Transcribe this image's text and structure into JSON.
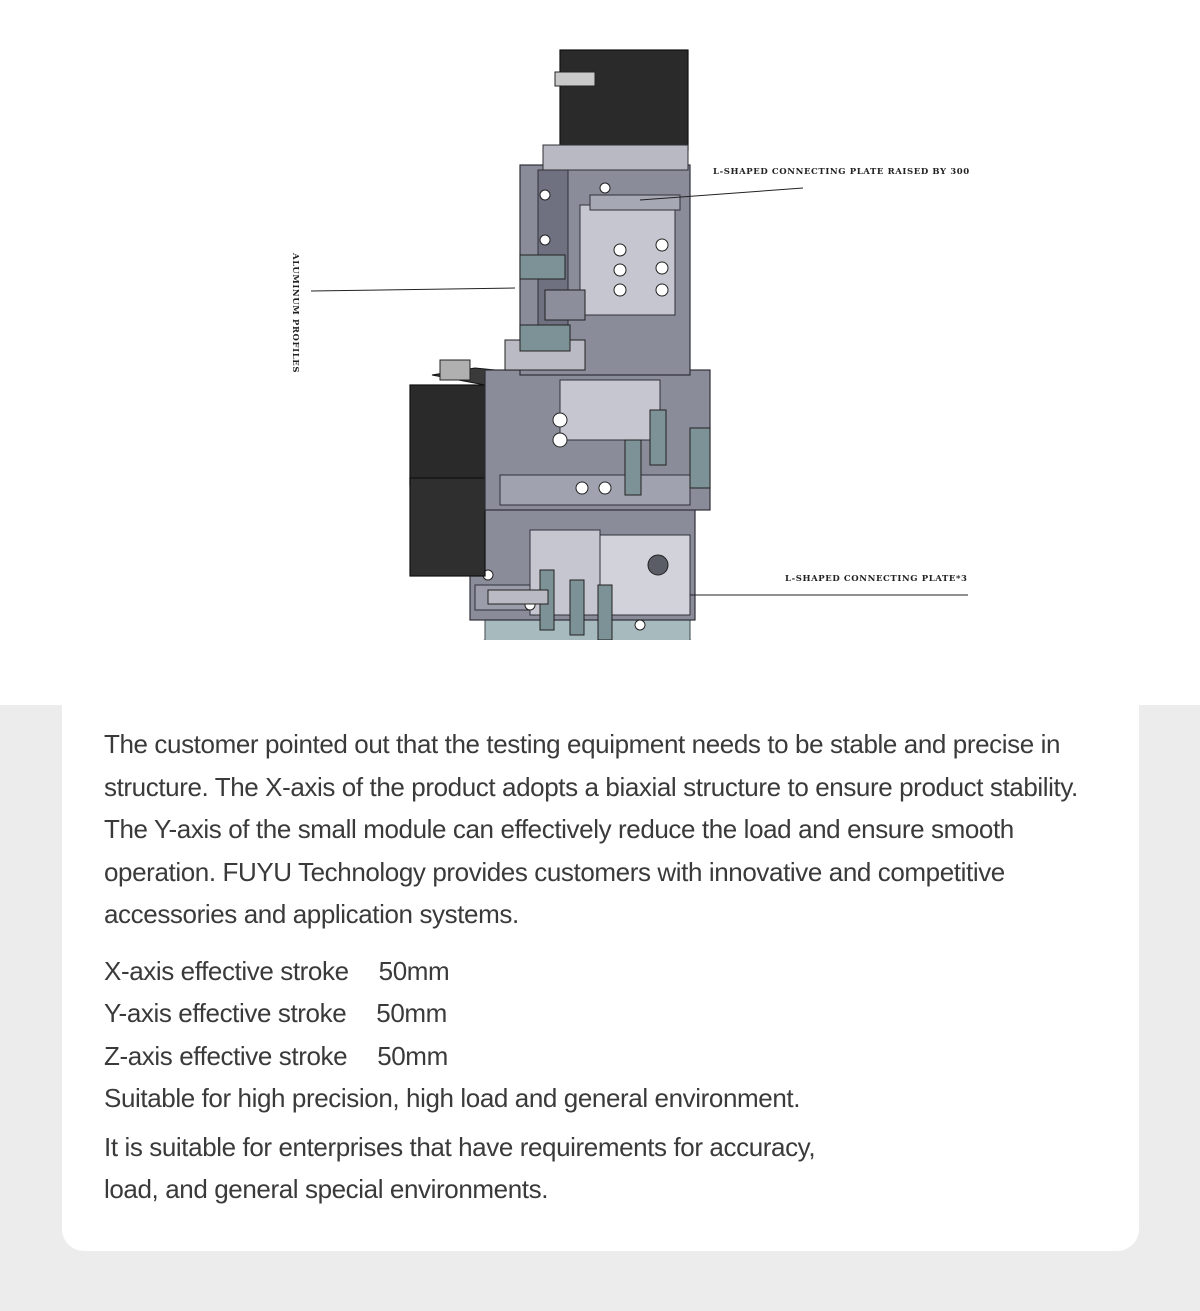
{
  "illustration": {
    "callouts": {
      "top": "L-SHAPED CONNECTING PLATE RAISED BY 300",
      "bottom": "L-SHAPED CONNECTING PLATE*3",
      "side": "ALUMINUM PROFILES"
    },
    "colors": {
      "motor": "#2a2a2a",
      "frame": "#8a8c9a",
      "plate": "#c5c6cf",
      "clamp": "#7d9296",
      "base": "#90a7ab"
    }
  },
  "description": {
    "intro": "The customer pointed out that the testing equipment needs to be stable and precise in structure. The X-axis of the product adopts a biaxial structure to ensure product stability. The Y-axis of the small module can effectively reduce the load and ensure smooth operation. FUYU Technology provides customers with innovative and competitive accessories and application systems.",
    "specs": [
      {
        "label": "X-axis effective stroke",
        "value": "50mm"
      },
      {
        "label": "Y-axis effective stroke",
        "value": "50mm"
      },
      {
        "label": "Z-axis effective stroke",
        "value": "50mm"
      }
    ],
    "environment": "Suitable for high precision, high load and general environment.",
    "note": "It is suitable for enterprises that have requirements for accuracy, load, and general special environments."
  }
}
